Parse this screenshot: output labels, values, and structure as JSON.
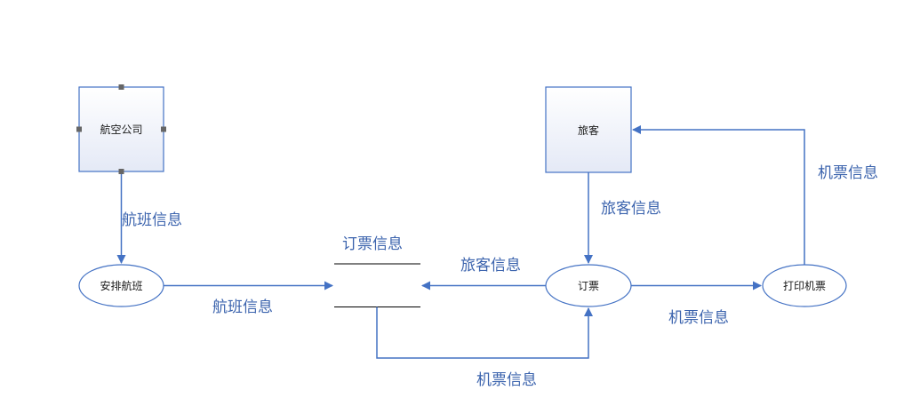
{
  "entities": {
    "airline": "航空公司",
    "passenger": "旅客"
  },
  "processes": {
    "schedule_flights": "安排航班",
    "book_ticket": "订票",
    "print_ticket": "打印机票"
  },
  "data_store": {
    "label": "订票信息"
  },
  "flows": {
    "airline_to_schedule": "航班信息",
    "schedule_to_store": "航班信息",
    "booking_to_store": "旅客信息",
    "passenger_to_booking": "旅客信息",
    "store_to_booking": "机票信息",
    "booking_to_print": "机票信息",
    "print_to_passenger": "机票信息"
  },
  "colors": {
    "line": "#4472c4",
    "label": "#3b63ad",
    "box_fill_top": "#ffffff",
    "box_fill_bottom": "#e6ebf7",
    "handle": "#666666"
  }
}
